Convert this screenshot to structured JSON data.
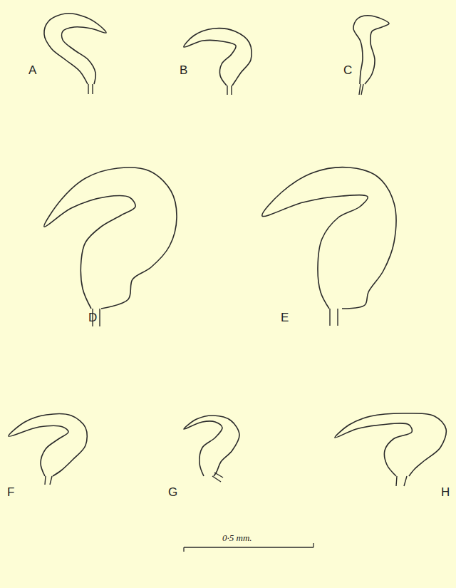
{
  "diagram": {
    "labels": [
      "A",
      "B",
      "C",
      "D",
      "E",
      "F",
      "G",
      "H",
      "0·5 mm."
    ]
  }
}
